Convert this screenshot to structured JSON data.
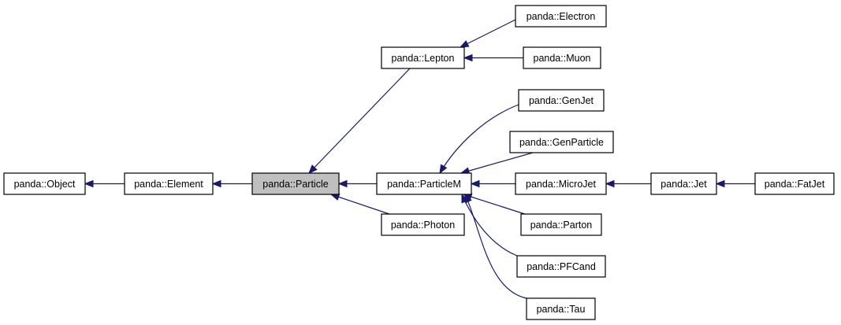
{
  "diagram": {
    "colors": {
      "edge": "#191970",
      "node_fill": "#ffffff",
      "highlight_fill": "#bfbfbf",
      "border": "#000000"
    },
    "nodes": [
      {
        "id": "object",
        "label": "panda::Object"
      },
      {
        "id": "element",
        "label": "panda::Element"
      },
      {
        "id": "particle",
        "label": "panda::Particle",
        "highlight": true
      },
      {
        "id": "lepton",
        "label": "panda::Lepton"
      },
      {
        "id": "particlem",
        "label": "panda::ParticleM"
      },
      {
        "id": "photon",
        "label": "panda::Photon"
      },
      {
        "id": "electron",
        "label": "panda::Electron"
      },
      {
        "id": "muon",
        "label": "panda::Muon"
      },
      {
        "id": "genjet",
        "label": "panda::GenJet"
      },
      {
        "id": "genparticle",
        "label": "panda::GenParticle"
      },
      {
        "id": "microjet",
        "label": "panda::MicroJet"
      },
      {
        "id": "parton",
        "label": "panda::Parton"
      },
      {
        "id": "pfcand",
        "label": "panda::PFCand"
      },
      {
        "id": "tau",
        "label": "panda::Tau"
      },
      {
        "id": "jet",
        "label": "panda::Jet"
      },
      {
        "id": "fatjet",
        "label": "panda::FatJet"
      }
    ],
    "edges": [
      {
        "from": "element",
        "to": "object"
      },
      {
        "from": "particle",
        "to": "element"
      },
      {
        "from": "lepton",
        "to": "particle"
      },
      {
        "from": "particlem",
        "to": "particle"
      },
      {
        "from": "photon",
        "to": "particle"
      },
      {
        "from": "electron",
        "to": "lepton"
      },
      {
        "from": "muon",
        "to": "lepton"
      },
      {
        "from": "genjet",
        "to": "particlem"
      },
      {
        "from": "genparticle",
        "to": "particlem"
      },
      {
        "from": "microjet",
        "to": "particlem"
      },
      {
        "from": "parton",
        "to": "particlem"
      },
      {
        "from": "pfcand",
        "to": "particlem"
      },
      {
        "from": "tau",
        "to": "particlem"
      },
      {
        "from": "jet",
        "to": "microjet"
      },
      {
        "from": "fatjet",
        "to": "jet"
      }
    ]
  }
}
